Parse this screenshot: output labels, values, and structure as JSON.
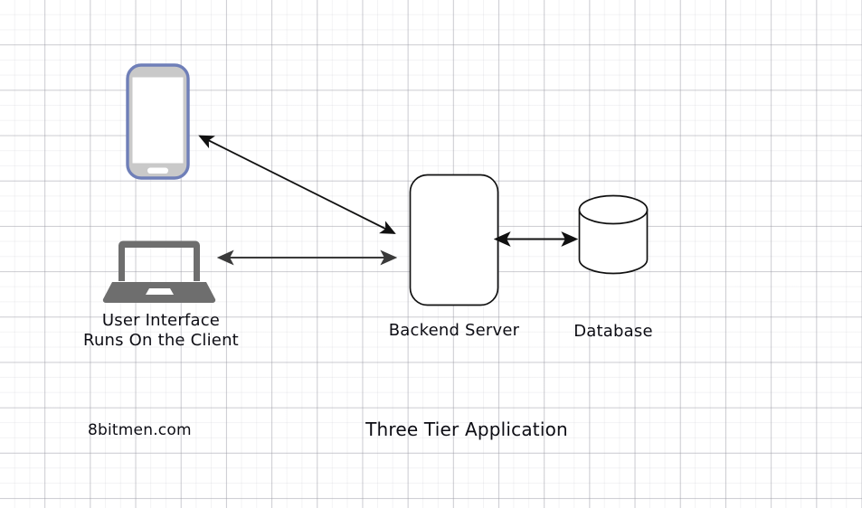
{
  "diagram": {
    "title": "Three Tier Application",
    "watermark": "8bitmen.com",
    "nodes": {
      "mobile": {
        "icon": "mobile-phone-icon",
        "outline_color": "#6f7fb8",
        "bezel_color": "#c9c9c9",
        "screen_color": "#ffffff"
      },
      "laptop": {
        "icon": "laptop-icon",
        "color": "#6e6e6e"
      },
      "client_label_line1": "User Interface",
      "client_label_line2": "Runs On the Client",
      "server": {
        "label": "Backend Server",
        "shape": "rounded-rectangle",
        "fill": "#ffffff",
        "stroke": "#111111"
      },
      "database": {
        "label": "Database",
        "shape": "cylinder",
        "fill": "#ffffff",
        "stroke": "#111111"
      }
    },
    "connectors": [
      {
        "name": "mobile-to-server",
        "from": "mobile",
        "to": "server",
        "direction": "bidirectional",
        "color": "#111111"
      },
      {
        "name": "laptop-to-server",
        "from": "laptop",
        "to": "server",
        "direction": "bidirectional",
        "color": "#3a3a3a"
      },
      {
        "name": "server-to-database",
        "from": "server",
        "to": "database",
        "direction": "bidirectional",
        "color": "#111111"
      }
    ],
    "background": {
      "type": "graph-paper-grid",
      "major_line_color": "#96969f",
      "minor_line_color": "#b4b4be"
    }
  }
}
